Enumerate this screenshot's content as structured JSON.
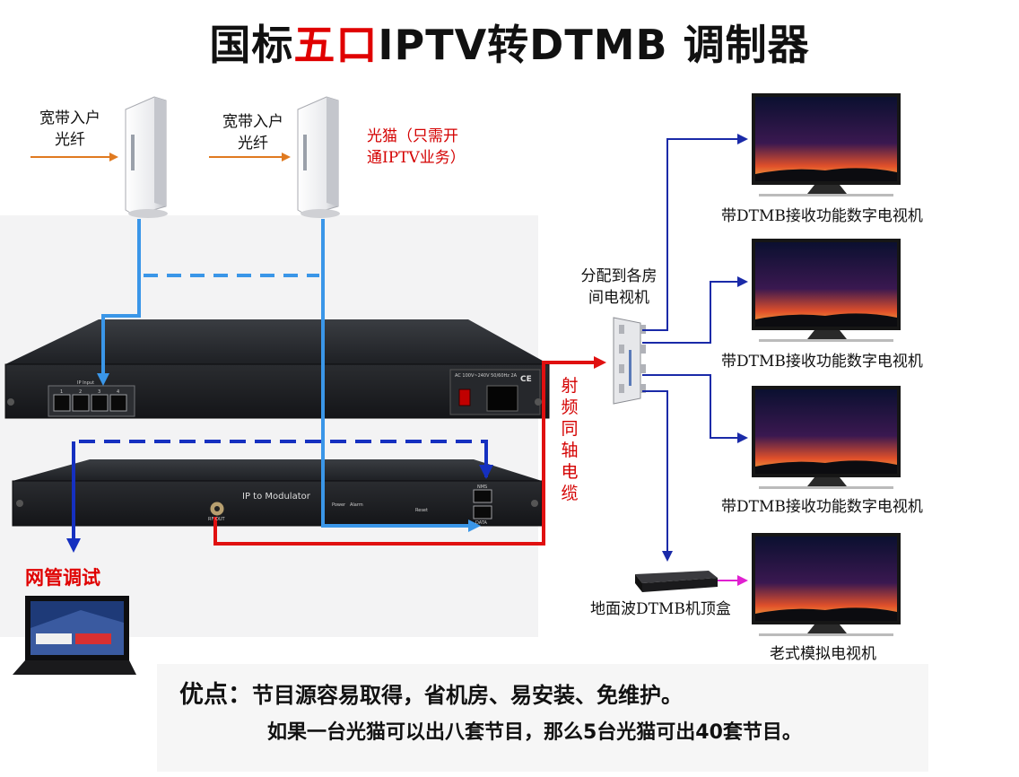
{
  "title": {
    "prefix": "国标",
    "highlight": "五口",
    "suffix": "IPTV转DTMB 调制器"
  },
  "labels": {
    "broadband_1": [
      "宽带入户",
      "光纤"
    ],
    "broadband_2": [
      "宽带入户",
      "光纤"
    ],
    "onu_note": [
      "光猫（只需开",
      "通IPTV业务）"
    ],
    "distribute": [
      "分配到各房",
      "间电视机"
    ],
    "rf_cable": [
      "射",
      "频",
      "同",
      "轴",
      "电",
      "缆"
    ],
    "network_mgmt": "网管调试",
    "tv_1": "带DTMB接收功能数字电视机",
    "tv_2": "带DTMB接收功能数字电视机",
    "tv_3": "带DTMB接收功能数字电视机",
    "stb": "地面波DTMB机顶盒",
    "tv_4": "老式模拟电视机"
  },
  "device_labels": {
    "ip_input": "IP Input",
    "ports": [
      "1",
      "2",
      "3",
      "4"
    ],
    "power_spec": "AC 100V~240V 50/60Hz 2A",
    "ce": "CE",
    "modulator": "IP to Modulator",
    "nms": "NMS",
    "data": "DATA",
    "rf_out": "RF OUT",
    "power": "Power",
    "alarm": "Alarm",
    "reset": "Reset"
  },
  "advantages": {
    "line1_key": "优点：",
    "line1_text": "节目源容易取得，省机房、易安装、免维护。",
    "line2": "如果一台光猫可以出八套节目，那么5台光猫可出40套节目。"
  },
  "colors": {
    "title_red": "#e00000",
    "light_blue_line": "#3a96e8",
    "dark_blue_line": "#1530c0",
    "red_line": "#e01010",
    "magenta": "#e020d0",
    "orange_arrow": "#e07a20"
  }
}
